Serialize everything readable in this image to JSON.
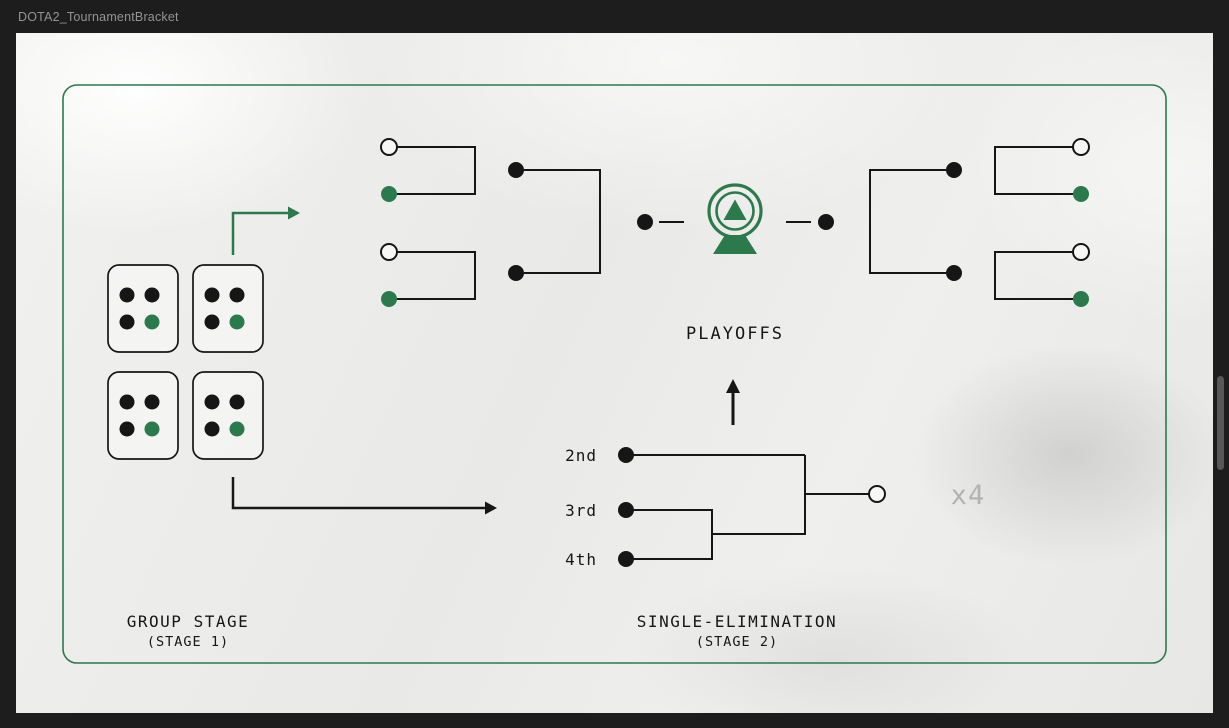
{
  "window": {
    "title": "DOTA2_TournamentBracket"
  },
  "colors": {
    "green": "#2b7a4b",
    "ink": "#161616",
    "muted": "#b2b2b2",
    "frame": "#1d1d1d",
    "canvas": "#ececea"
  },
  "diagram": {
    "playoffs_label": "PLAYOFFS",
    "group_stage": {
      "label": "GROUP STAGE",
      "sublabel": "(STAGE 1)",
      "groups_count": 4,
      "dots_per_group": 4,
      "green_dots_per_group": 1
    },
    "single_elimination": {
      "label": "SINGLE-ELIMINATION",
      "sublabel": "(STAGE 2)",
      "seeds": [
        "2nd",
        "3rd",
        "4th"
      ],
      "multiplier": "x4"
    }
  }
}
